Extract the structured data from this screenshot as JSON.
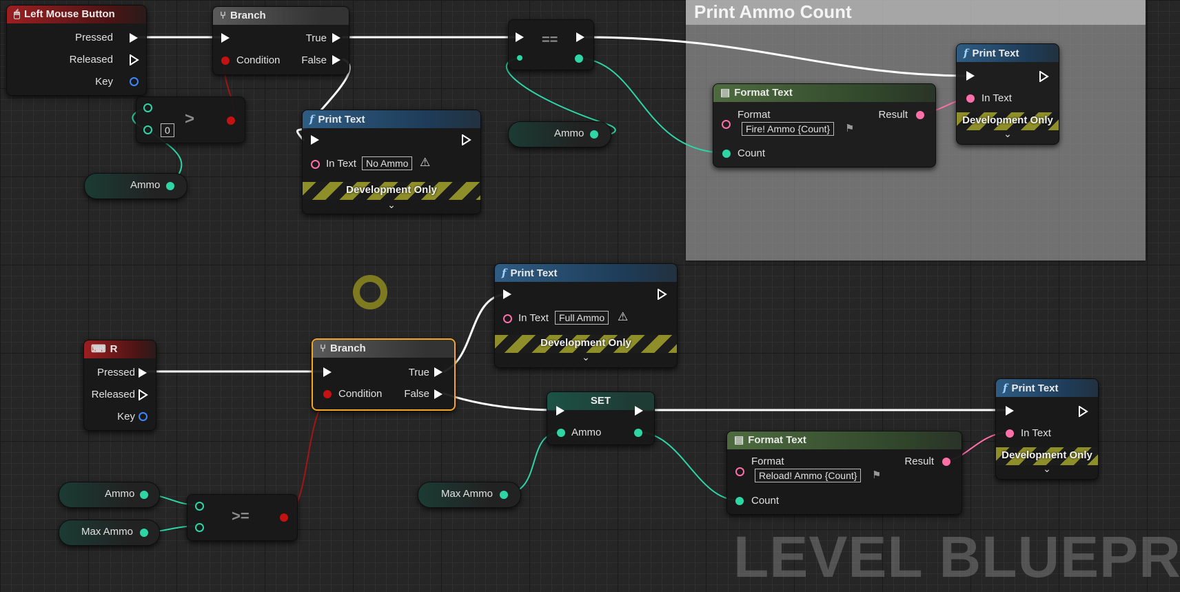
{
  "comment": {
    "title": "Print Ammo Count"
  },
  "lmb_event": {
    "title": "Left Mouse Button",
    "pressed": "Pressed",
    "released": "Released",
    "key": "Key"
  },
  "branch1": {
    "title": "Branch",
    "condition": "Condition",
    "true": "True",
    "false": "False"
  },
  "gt_node": {
    "operator": ">",
    "value": "0"
  },
  "ammo_var_1": {
    "label": "Ammo"
  },
  "print_no_ammo": {
    "title": "Print Text",
    "in_text_label": "In Text",
    "in_text_value": "No Ammo",
    "dev_only": "Development Only"
  },
  "eq_node": {
    "operator": "=="
  },
  "ammo_var_2": {
    "label": "Ammo"
  },
  "format_text_1": {
    "title": "Format Text",
    "format_label": "Format",
    "format_value": "Fire! Ammo {Count}",
    "result": "Result",
    "count": "Count"
  },
  "print_ammo_1": {
    "title": "Print Text",
    "in_text_label": "In Text",
    "dev_only": "Development Only"
  },
  "r_event": {
    "title": "R",
    "pressed": "Pressed",
    "released": "Released",
    "key": "Key"
  },
  "branch2": {
    "title": "Branch",
    "condition": "Condition",
    "true": "True",
    "false": "False"
  },
  "print_full_ammo": {
    "title": "Print Text",
    "in_text_label": "In Text",
    "in_text_value": "Full Ammo",
    "dev_only": "Development Only"
  },
  "set_node": {
    "title": "SET",
    "ammo": "Ammo"
  },
  "format_text_2": {
    "title": "Format Text",
    "format_label": "Format",
    "format_value": "Reload! Ammo {Count}",
    "result": "Result",
    "count": "Count"
  },
  "print_ammo_2": {
    "title": "Print Text",
    "in_text_label": "In Text",
    "dev_only": "Development Only"
  },
  "ammo_var_3": {
    "label": "Ammo"
  },
  "max_ammo_var_1": {
    "label": "Max Ammo"
  },
  "gte_node": {
    "operator": ">="
  },
  "max_ammo_var_2": {
    "label": "Max Ammo"
  },
  "watermark": "LEVEL BLUEPRINT",
  "icons": [
    "mouse-icon",
    "branch-icon",
    "function-icon",
    "format-text-icon",
    "keyboard-icon",
    "warning-icon",
    "flag-icon",
    "chevron-down-icon"
  ],
  "colors": {
    "exec": "#ffffff",
    "integer_pin": "#2fd6a5",
    "bool_pin": "#c41111",
    "text_pin": "#ff6fa8",
    "key_pin": "#3b88ff",
    "selection": "#f5a623"
  }
}
